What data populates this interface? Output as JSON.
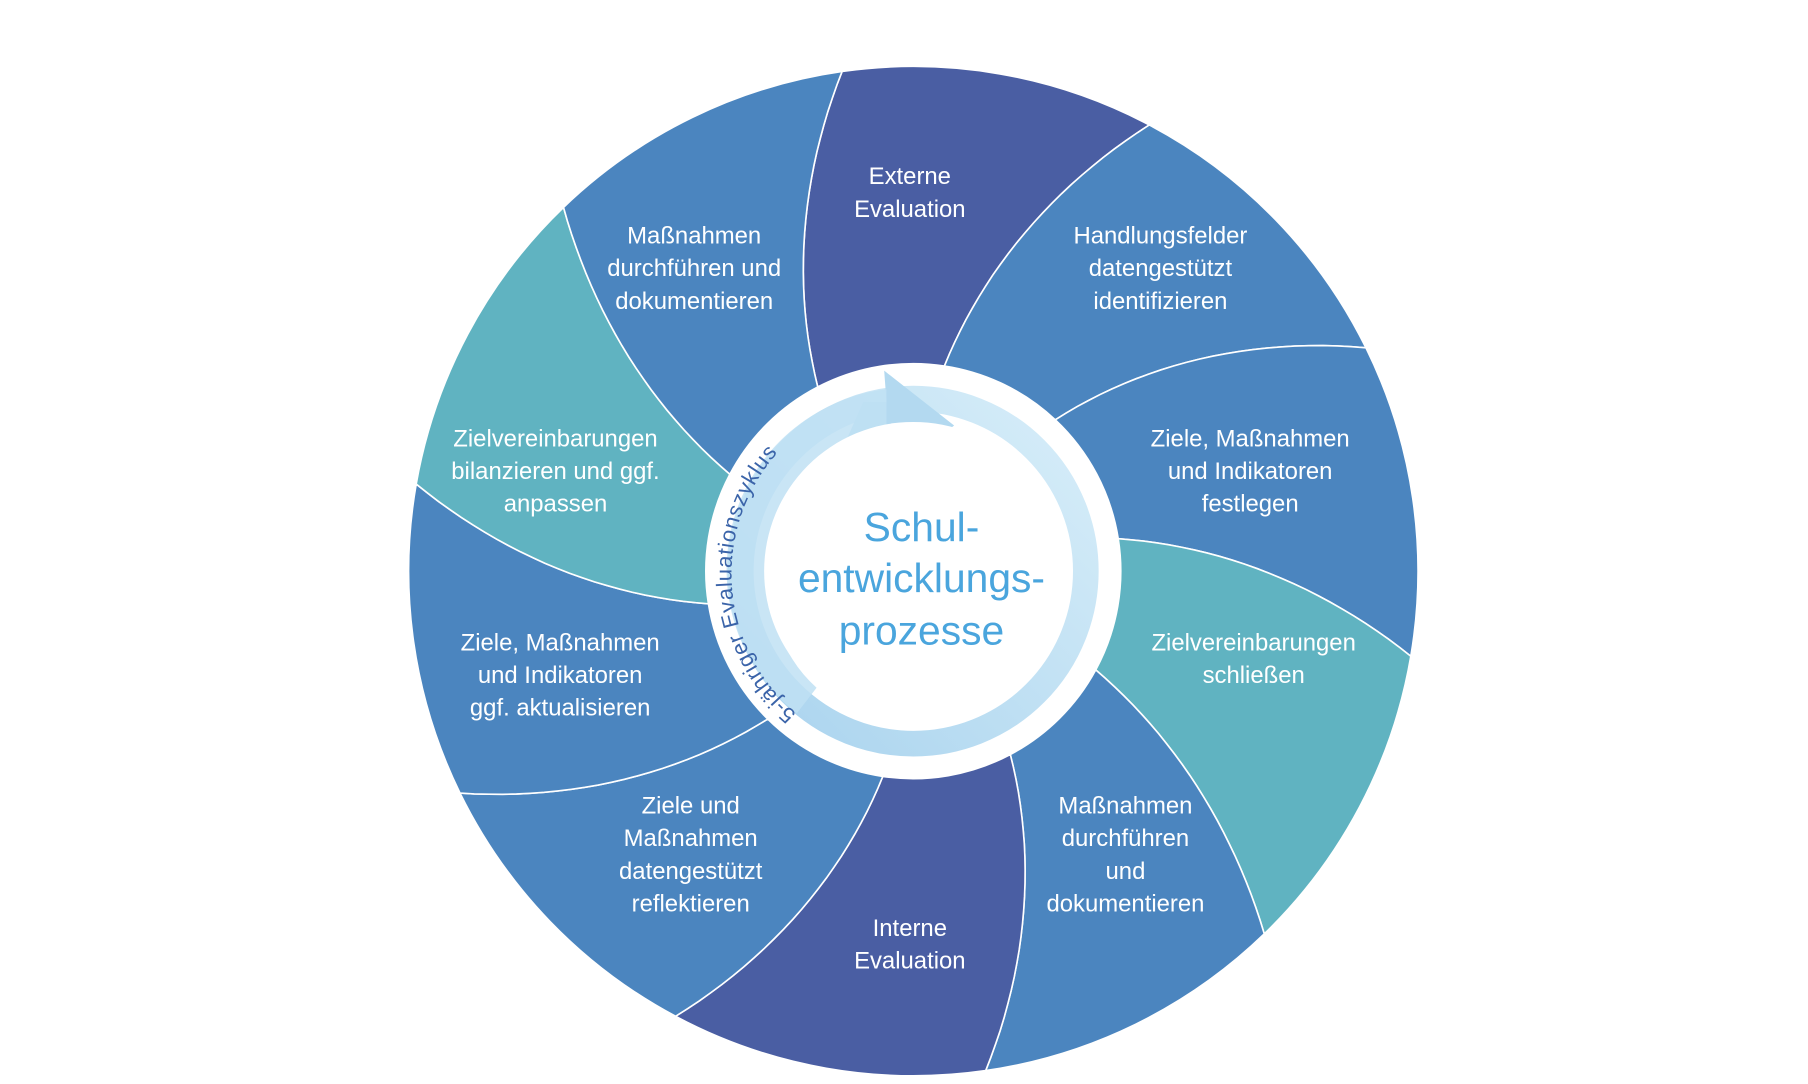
{
  "diagram": {
    "center": {
      "title_lines": [
        "Schul-",
        "entwicklungs-",
        "prozesse"
      ],
      "cycle_label": "5-jähriger Evaluationszyklus"
    },
    "colors": {
      "dark": "#4a5ea3",
      "medium": "#4b85bf",
      "teal": "#60b3c1",
      "ring": "#c4e2f3",
      "center_text": "#4aa5dd"
    },
    "segments": [
      {
        "lines": [
          "Externe",
          "Evaluation"
        ],
        "color": "dark"
      },
      {
        "lines": [
          "Handlungsfelder",
          "datengestützt",
          "identifizieren"
        ],
        "color": "medium"
      },
      {
        "lines": [
          "Ziele, Maßnahmen",
          "und Indikatoren",
          "festlegen"
        ],
        "color": "medium"
      },
      {
        "lines": [
          "Zielvereinbarungen",
          "schließen"
        ],
        "color": "teal"
      },
      {
        "lines": [
          "Maßnahmen",
          "durchführen",
          "und",
          "dokumentieren"
        ],
        "color": "medium"
      },
      {
        "lines": [
          "Interne",
          "Evaluation"
        ],
        "color": "dark"
      },
      {
        "lines": [
          "Ziele und",
          "Maßnahmen",
          "datengestützt",
          "reflektieren"
        ],
        "color": "medium"
      },
      {
        "lines": [
          "Ziele, Maßnahmen",
          "und Indikatoren",
          "ggf. aktualisieren"
        ],
        "color": "medium"
      },
      {
        "lines": [
          "Zielvereinbarungen",
          "bilanzieren und ggf.",
          "anpassen"
        ],
        "color": "teal"
      },
      {
        "lines": [
          "Maßnahmen",
          "durchführen und",
          "dokumentieren"
        ],
        "color": "medium"
      }
    ]
  }
}
